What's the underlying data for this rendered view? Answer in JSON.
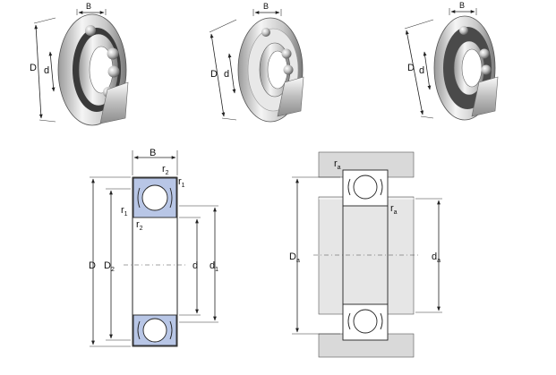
{
  "colors": {
    "seal_blue": "#b8c6e6",
    "housing_grey": "#d9d9d9",
    "shaft_grey": "#e6e6e6",
    "metal_light": "#f2f2f2",
    "metal_dark": "#8a8a8a",
    "line": "#222222"
  },
  "views": {
    "open": {
      "B": "B",
      "D": "D",
      "d": "d"
    },
    "shielded": {
      "B": "B",
      "D": "D",
      "d": "d"
    },
    "sealed": {
      "B": "B",
      "D": "D",
      "d": "d"
    }
  },
  "section": {
    "B": "B",
    "r2_top": "r",
    "r2_top_sub": "2",
    "r1_top": "r",
    "r1_top_sub": "1",
    "r1_left": "r",
    "r1_left_sub": "1",
    "r2_bottom": "r",
    "r2_bottom_sub": "2",
    "D": "D",
    "D2": "D",
    "D2_sub": "2",
    "d": "d",
    "d1": "d",
    "d1_sub": "1"
  },
  "mounting": {
    "ra_top": "r",
    "ra_top_sub": "a",
    "ra_right": "r",
    "ra_right_sub": "a",
    "Da": "D",
    "Da_sub": "a",
    "da": "d",
    "da_sub": "a"
  }
}
